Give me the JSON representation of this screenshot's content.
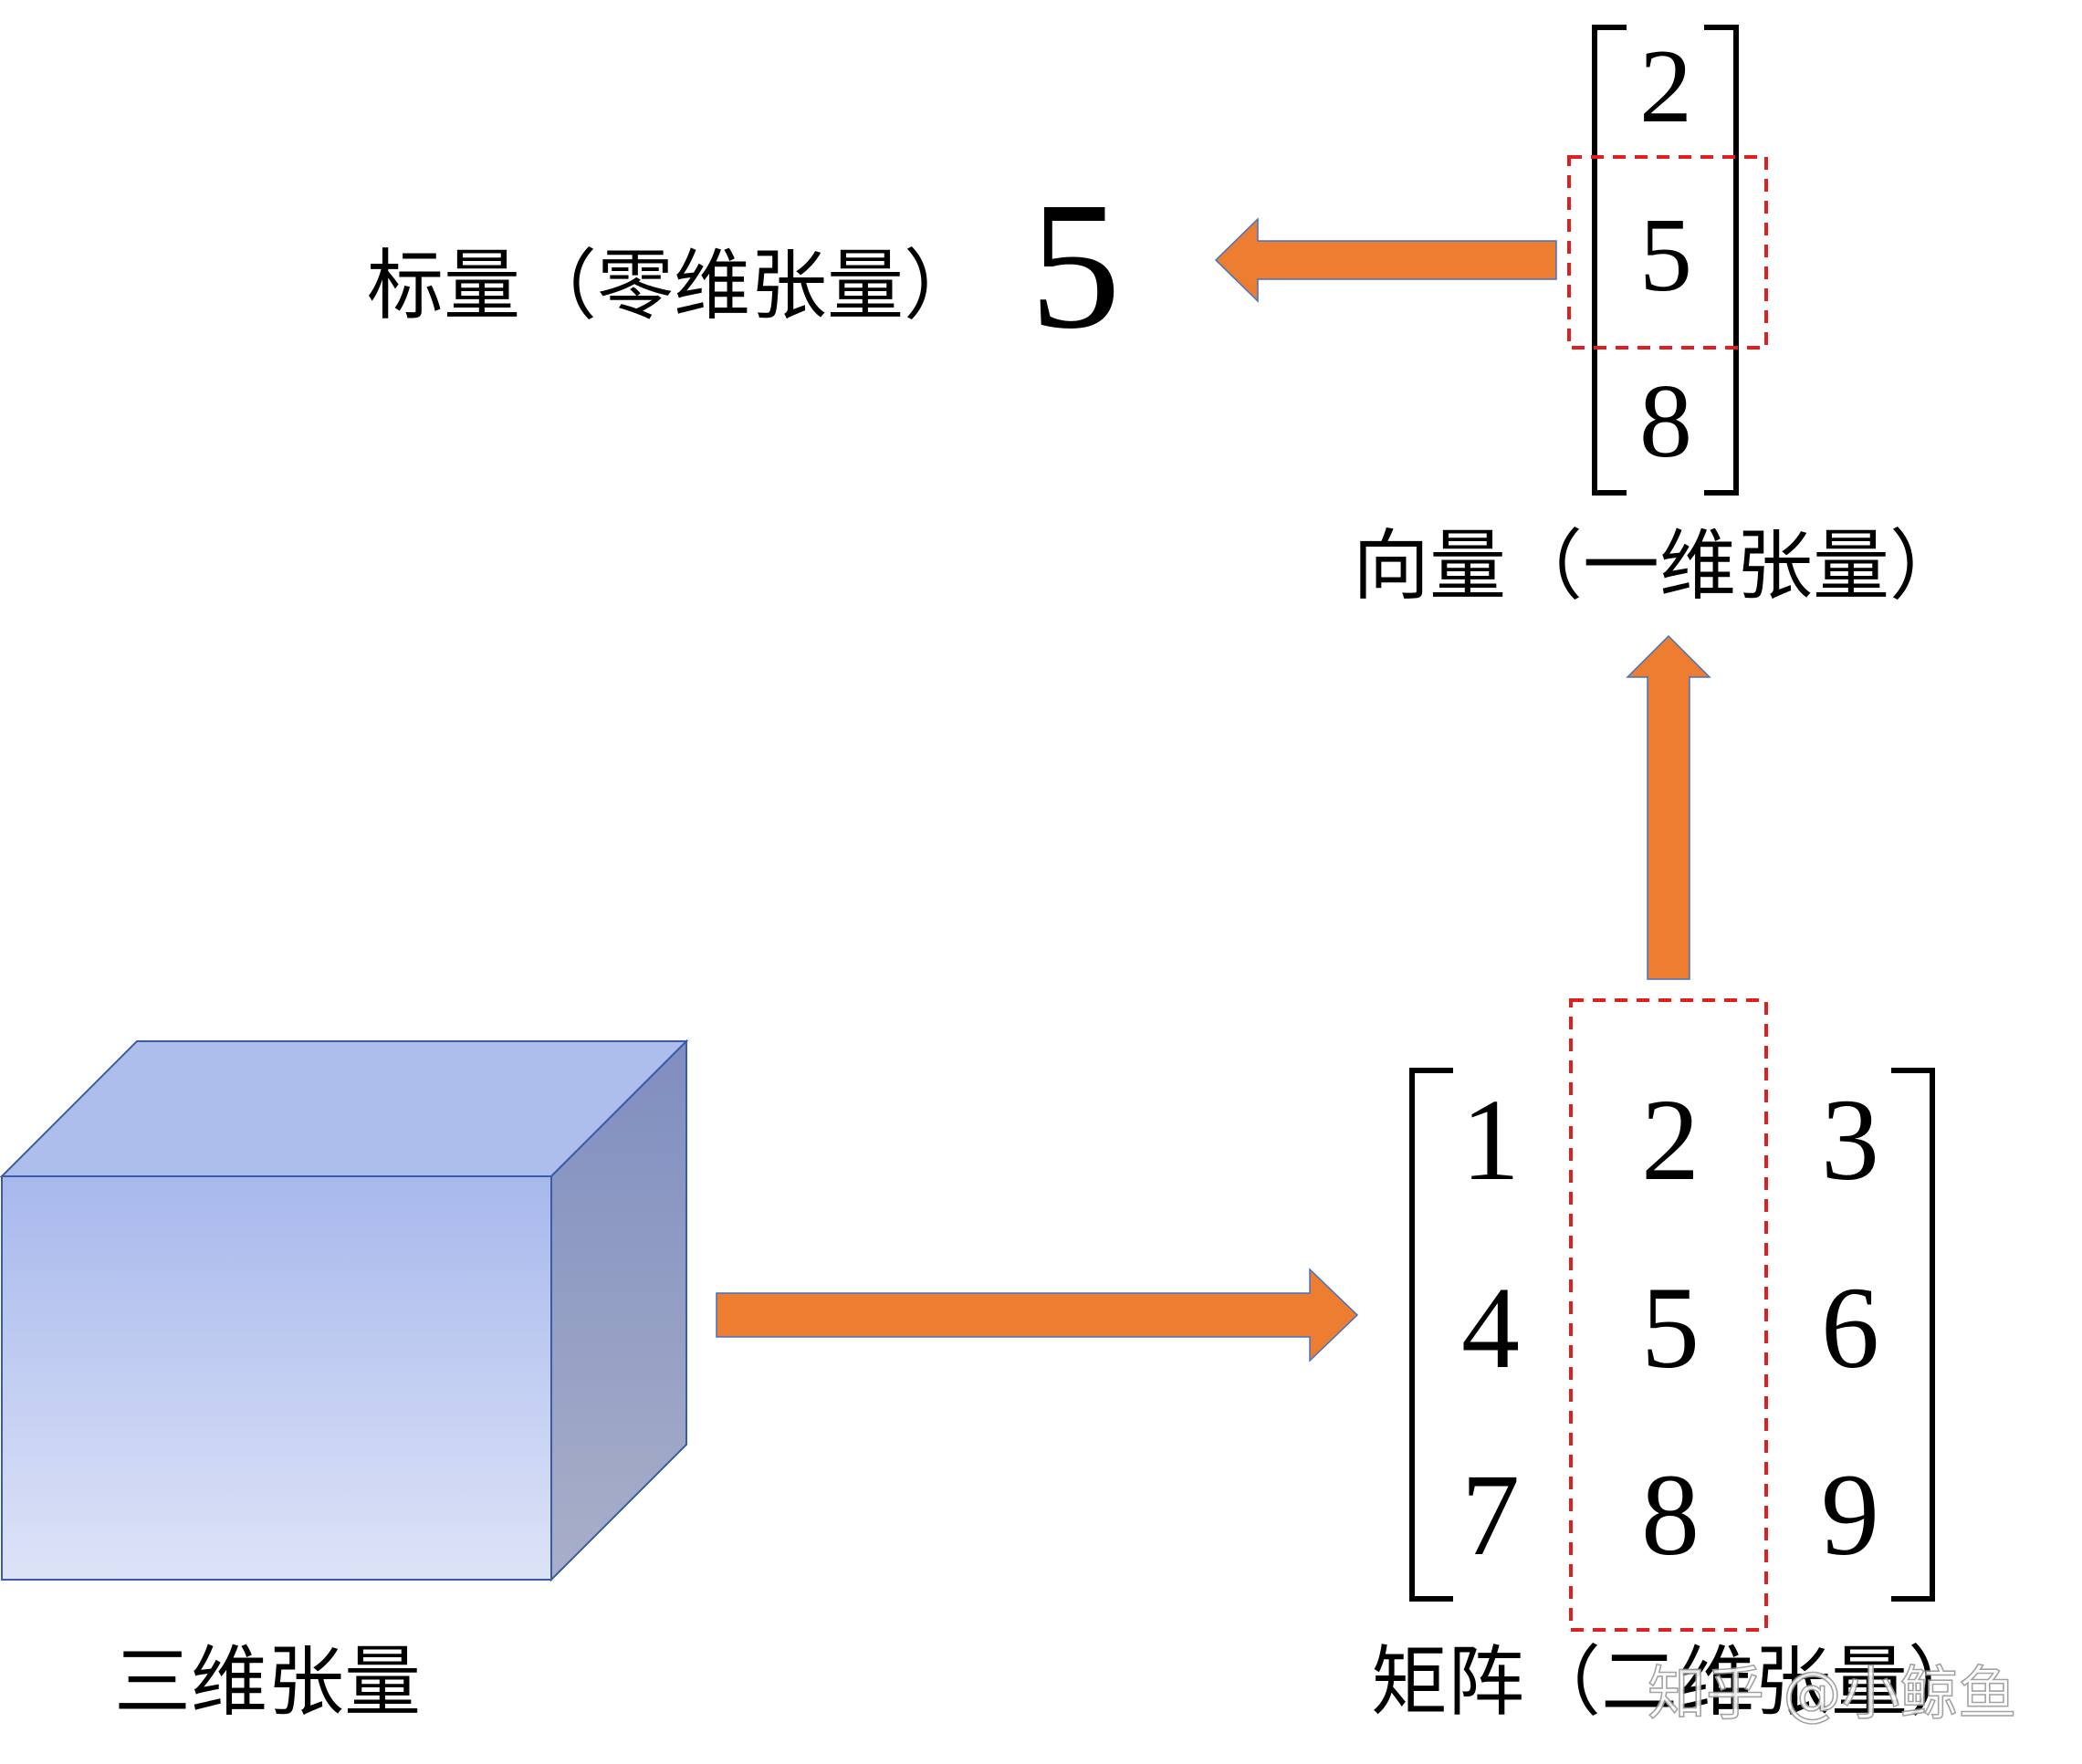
{
  "labels": {
    "scalar": "标量（零维张量）",
    "vector": "向量（一维张量）",
    "matrix": "矩阵（二维张量）",
    "tensor3d": "三维张量"
  },
  "scalar": {
    "value": "5"
  },
  "vector": {
    "values": [
      "2",
      "5",
      "8"
    ]
  },
  "matrix": {
    "rows": [
      [
        "1",
        "2",
        "3"
      ],
      [
        "4",
        "5",
        "6"
      ],
      [
        "7",
        "8",
        "9"
      ]
    ]
  },
  "watermark": "知乎 @小鲸鱼",
  "colors": {
    "arrow": "#ED7D31",
    "arrow_outline": "#4472C4",
    "highlight_dash": "#E02020",
    "cube_front_top": "#A7B8EC",
    "cube_front_bottom": "#DDE3F7",
    "cube_top": "#AEBEEC",
    "cube_side_top": "#7F8EC0",
    "cube_side_bottom": "#A9AFC8",
    "cube_edge": "#3B5BA9"
  }
}
